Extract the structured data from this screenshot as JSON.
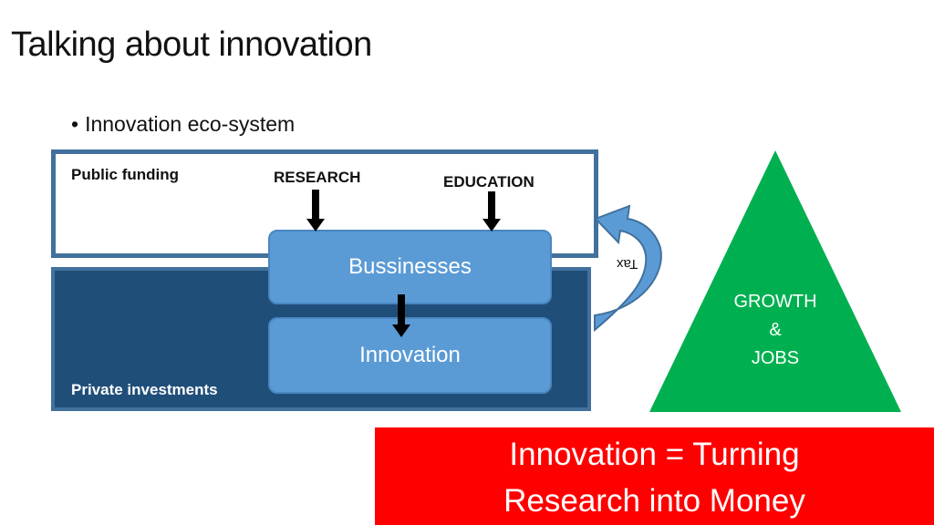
{
  "slide": {
    "title": "Talking about innovation",
    "bullet": "Innovation eco-system"
  },
  "diagram": {
    "public_funding_label": "Public funding",
    "private_investments_label": "Private investments",
    "research_label": "RESEARCH",
    "education_label": "EDUCATION",
    "businesses_label": "Bussinesses",
    "innovation_label": "Innovation",
    "tax_label": "Tax",
    "growth_label": "GROWTH",
    "and_label": "&",
    "jobs_label": "JOBS",
    "definition_line1": "Innovation = Turning",
    "definition_line2": "Research into Money"
  },
  "colors": {
    "public_border": "#41719c",
    "private_fill": "#1f4e79",
    "box_fill": "#5b9bd5",
    "triangle_fill": "#00b050",
    "definition_fill": "#ff0000"
  },
  "icons": {
    "bullet": "bullet-dot-icon",
    "down_arrow": "down-arrow-icon",
    "curved_arrow": "curved-arrow-icon"
  }
}
